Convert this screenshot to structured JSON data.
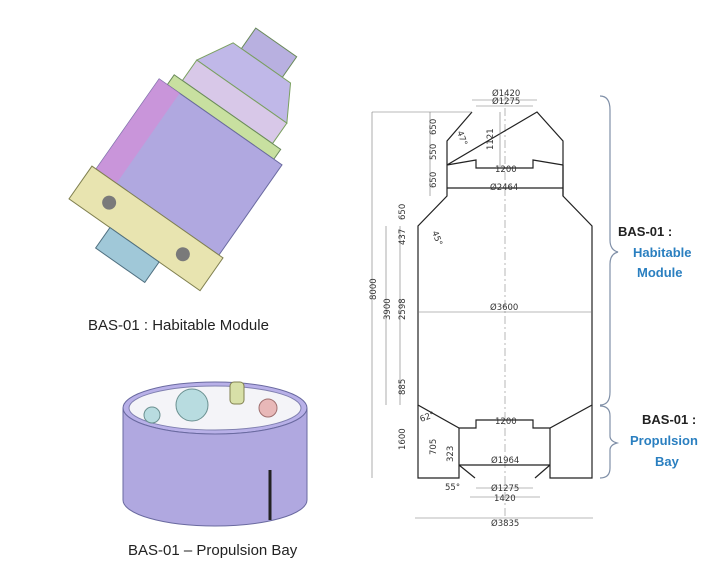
{
  "captions": {
    "habitable": "BAS-01 : Habitable Module",
    "propulsion": "BAS-01 – Propulsion Bay"
  },
  "labels": {
    "habitable_prefix": "BAS-01 :",
    "habitable_line1": "Habitable",
    "habitable_line2": "Module",
    "propulsion_prefix": "BAS-01 :",
    "propulsion_line1": "Propulsion",
    "propulsion_line2": "Bay"
  },
  "colors": {
    "label_blue": "#2a7fc0",
    "label_black": "#222222"
  },
  "dimensions": {
    "top_outer_dia": "Ø1420",
    "top_inner_dia": "Ø1275",
    "cone_height_1": "650",
    "cone_angle_top": "47°",
    "height_1121": "1121",
    "height_550": "550",
    "width_1200_top": "1200",
    "height_650_b": "650",
    "mid_dia": "Ø2464",
    "height_650_c": "650",
    "height_437": "437",
    "cone_angle_mid": "45°",
    "total_height": "8000",
    "height_3900": "3900",
    "height_2598": "2598",
    "main_dia": "Ø3600",
    "height_885": "885",
    "angle_62": "62°",
    "width_1200_bottom": "1200",
    "height_1600": "1600",
    "height_705": "705",
    "height_323": "323",
    "bottom_inner_dia": "Ø1964",
    "angle_55": "55°",
    "bottom_nozzle_dia": "Ø1275",
    "bottom_1420": "1420",
    "base_dia": "Ø3835"
  }
}
